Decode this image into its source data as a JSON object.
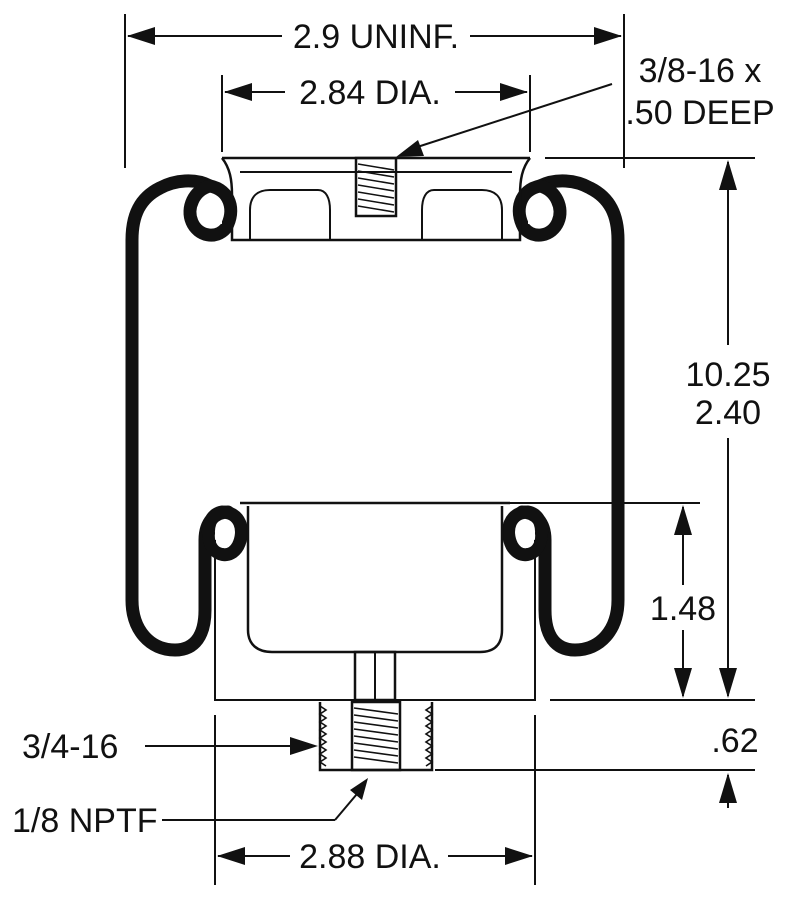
{
  "dimensions": {
    "overall_width": "2.9 UNINF.",
    "top_plate_dia": "2.84 DIA.",
    "top_thread_line1": "3/8-16 x",
    "top_thread_line2": ".50 DEEP",
    "height_line1": "10.25",
    "height_line2": "2.40",
    "piston_height": "1.48",
    "stud_length": ".62",
    "stud_thread": "3/4-16",
    "port_thread": "1/8 NPTF",
    "piston_dia": "2.88 DIA."
  },
  "colors": {
    "line": "#111111",
    "background": "#ffffff"
  }
}
